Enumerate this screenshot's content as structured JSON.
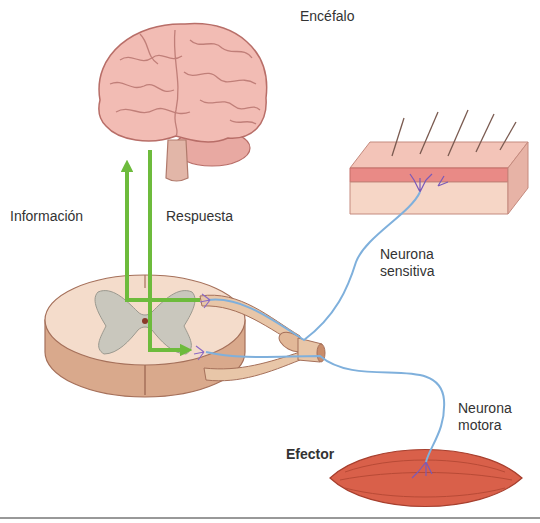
{
  "diagram": {
    "labels": [
      "Encéfalo",
      "Información",
      "Respuesta",
      "Neurona sensitiva",
      "Neurona motora",
      "Efector"
    ]
  }
}
